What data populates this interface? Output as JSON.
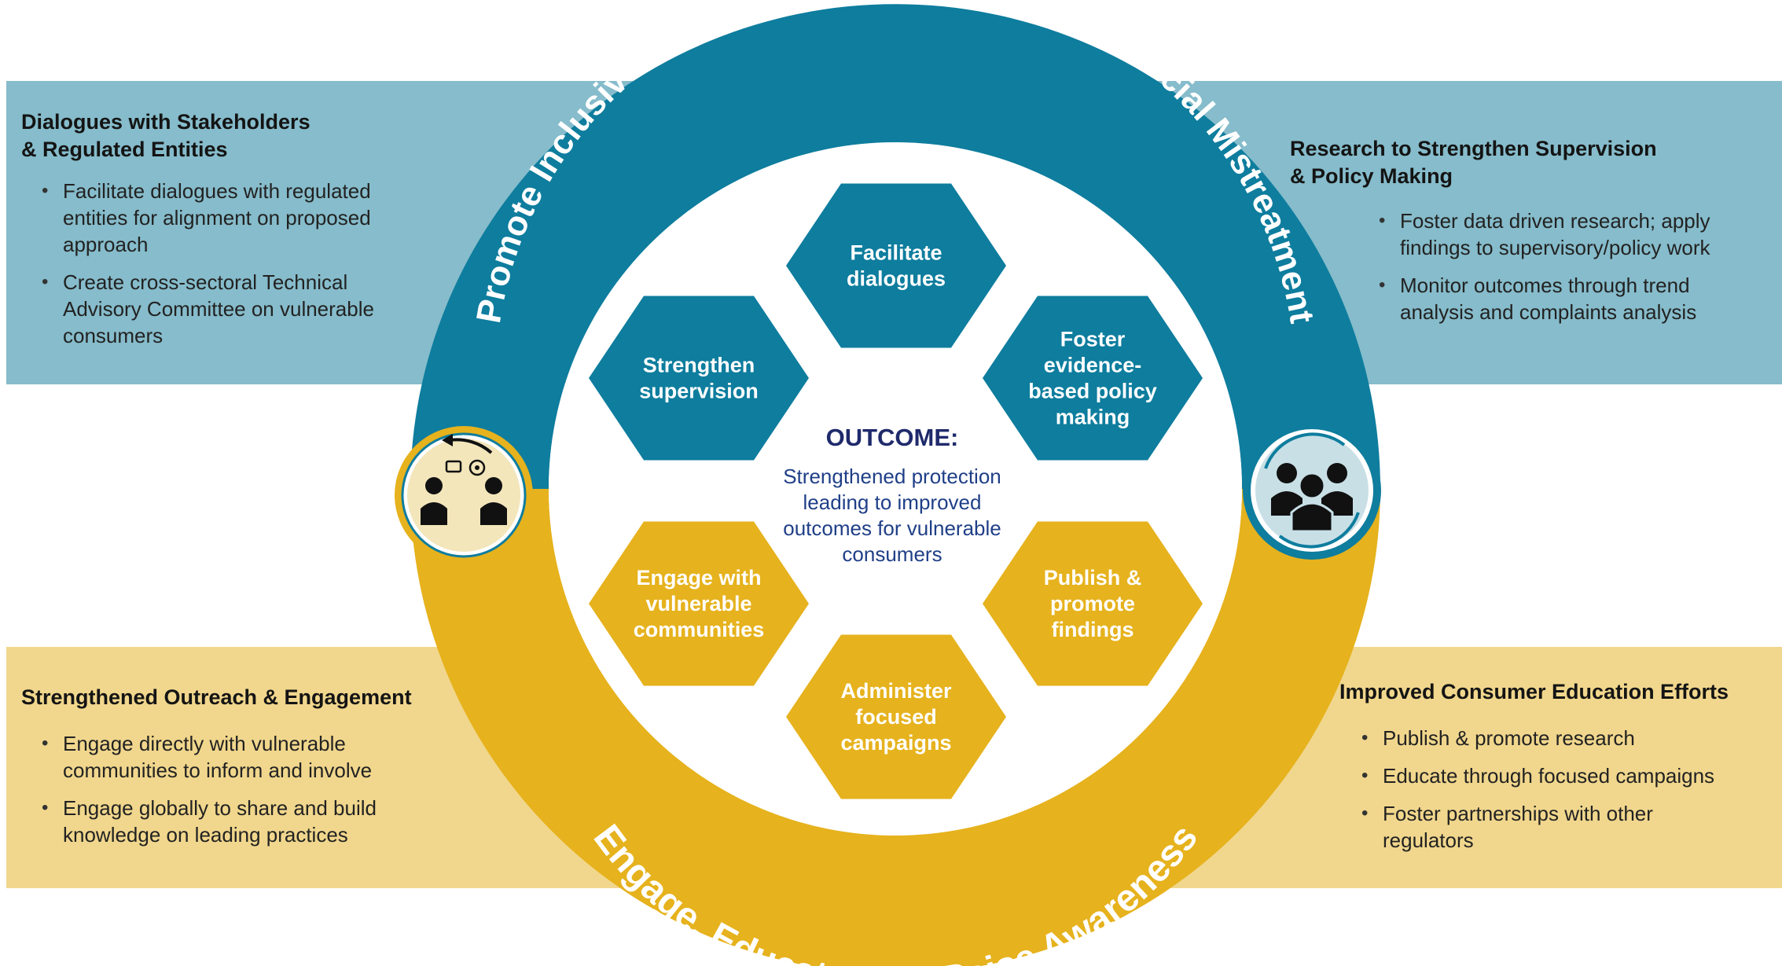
{
  "colors": {
    "teal": "#0e7d9e",
    "gold": "#e6b21d",
    "teal_band": "#86bccb",
    "gold_band": "#f1d78d",
    "outcome_text": "#1f3f87"
  },
  "panels": {
    "top_left": {
      "title_lines": [
        "Dialogues with Stakeholders",
        "& Regulated Entities"
      ],
      "bullets": [
        [
          "Facilitate dialogues with regulated",
          "entities for alignment on proposed",
          "approach"
        ],
        [
          "Create cross-sectoral Technical",
          "Advisory Committee on vulnerable",
          "consumers"
        ]
      ]
    },
    "top_right": {
      "title_lines": [
        "Research to Strengthen Supervision",
        "& Policy Making"
      ],
      "bullets": [
        [
          "Foster data driven research; apply",
          "findings to supervisory/policy work"
        ],
        [
          "Monitor outcomes through trend",
          "analysis and complaints analysis"
        ]
      ]
    },
    "bottom_left": {
      "title_lines": [
        "Strengthened Outreach & Engagement"
      ],
      "bullets": [
        [
          "Engage directly with vulnerable",
          "communities to inform and involve"
        ],
        [
          "Engage globally to share and build",
          "knowledge on leading practices"
        ]
      ]
    },
    "bottom_right": {
      "title_lines": [
        "Improved Consumer Education Efforts"
      ],
      "bullets": [
        [
          "Publish & promote research"
        ],
        [
          "Educate through focused campaigns"
        ],
        [
          "Foster partnerships with other",
          "regulators"
        ]
      ]
    }
  },
  "ring": {
    "top_label": "Promote Inclusive Fair Treatment and Prevent Financial Mistreatment",
    "bottom_label": "Engage, Educate, and Raise Awareness"
  },
  "hexagons": [
    {
      "id": "facilitate",
      "lines": [
        "Facilitate",
        "dialogues"
      ],
      "color": "teal"
    },
    {
      "id": "strengthen",
      "lines": [
        "Strengthen",
        "supervision"
      ],
      "color": "teal"
    },
    {
      "id": "foster",
      "lines": [
        "Foster",
        "evidence-",
        "based policy",
        "making"
      ],
      "color": "teal"
    },
    {
      "id": "engage",
      "lines": [
        "Engage with",
        "vulnerable",
        "communities"
      ],
      "color": "gold"
    },
    {
      "id": "publish",
      "lines": [
        "Publish &",
        "promote",
        "findings"
      ],
      "color": "gold"
    },
    {
      "id": "administer",
      "lines": [
        "Administer",
        "focused",
        "campaigns"
      ],
      "color": "gold"
    }
  ],
  "outcome": {
    "title": "OUTCOME:",
    "lines": [
      "Strengthened protection",
      "leading to improved",
      "outcomes for vulnerable",
      "consumers"
    ]
  },
  "icons": {
    "left": "dialogue-people-icon",
    "right": "group-people-icon"
  }
}
